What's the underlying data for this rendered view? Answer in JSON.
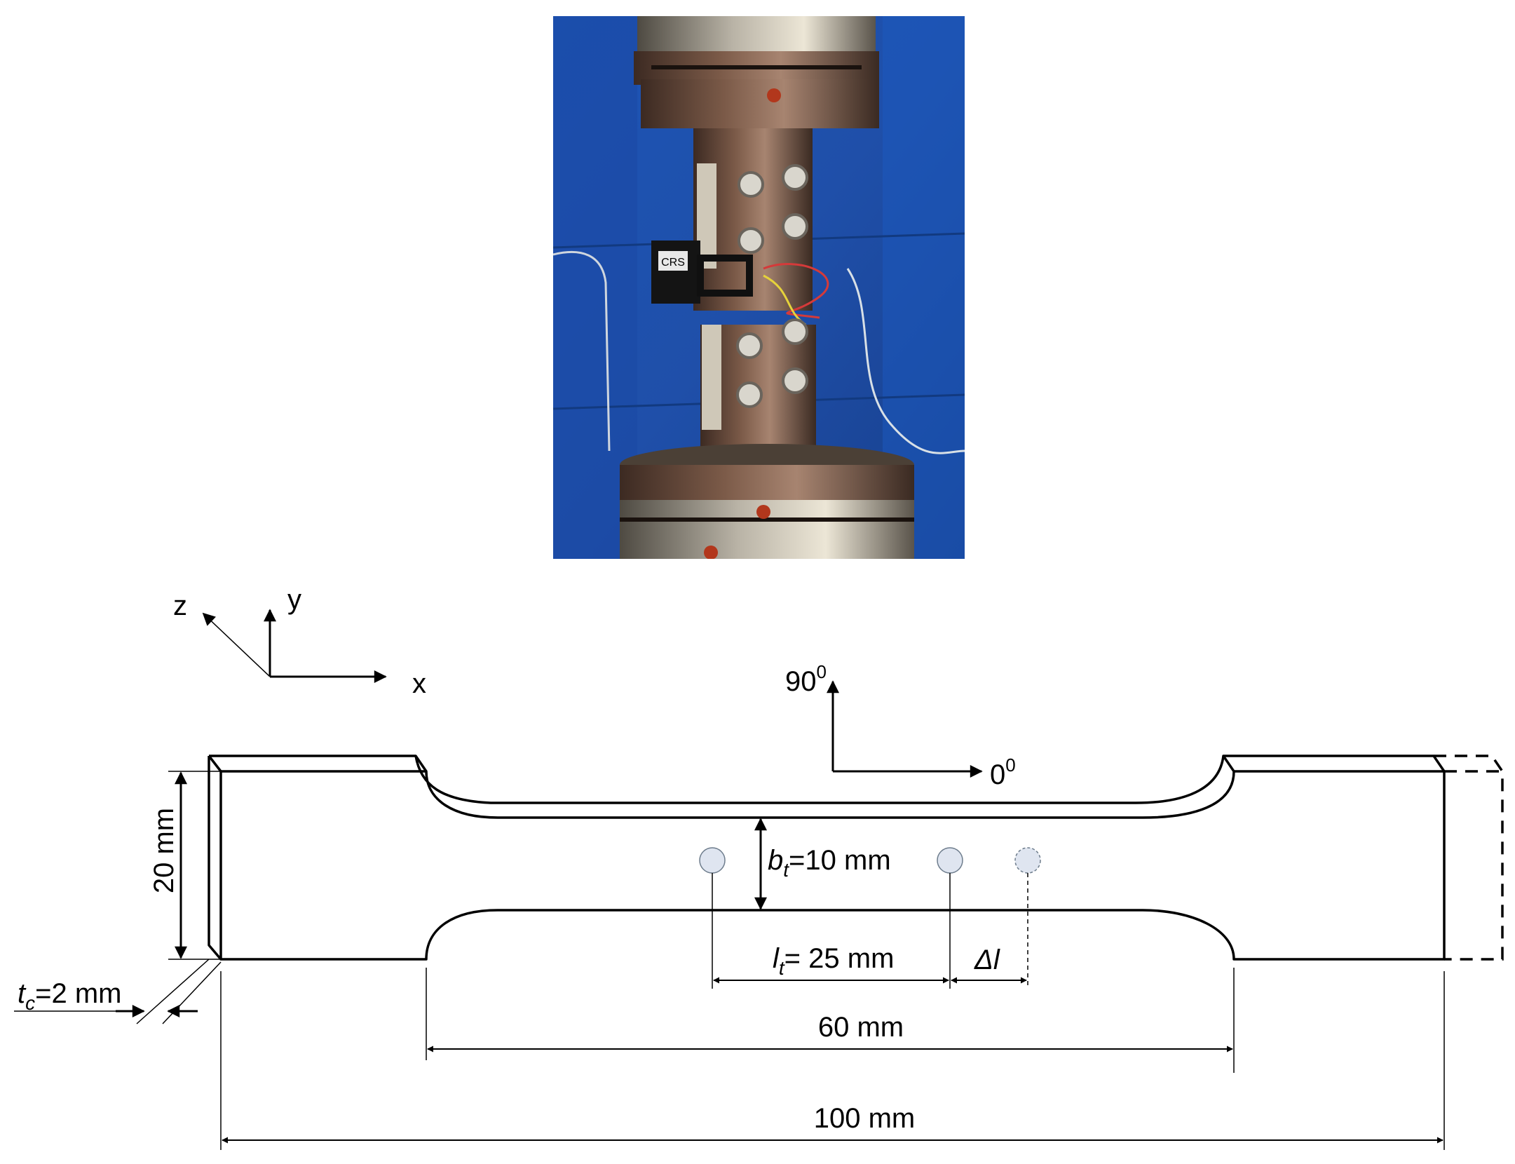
{
  "photo": {
    "gauge_label": "CRS"
  },
  "axes": {
    "z": "z",
    "y": "y",
    "x": "x"
  },
  "orientation": {
    "deg90": "90",
    "deg0": "0",
    "degree_mark": "0"
  },
  "dimensions": {
    "bt_var": "b",
    "bt_sub": "t",
    "bt_value": "=10 mm",
    "lt_var": "l",
    "lt_sub": "t",
    "lt_value": "= 25 mm",
    "delta_l": "Δl",
    "grip_height": "20 mm",
    "gauge_width": "60 mm",
    "total_length": "100 mm",
    "tc_var": "t",
    "tc_sub": "c",
    "tc_value": "=2 mm"
  }
}
